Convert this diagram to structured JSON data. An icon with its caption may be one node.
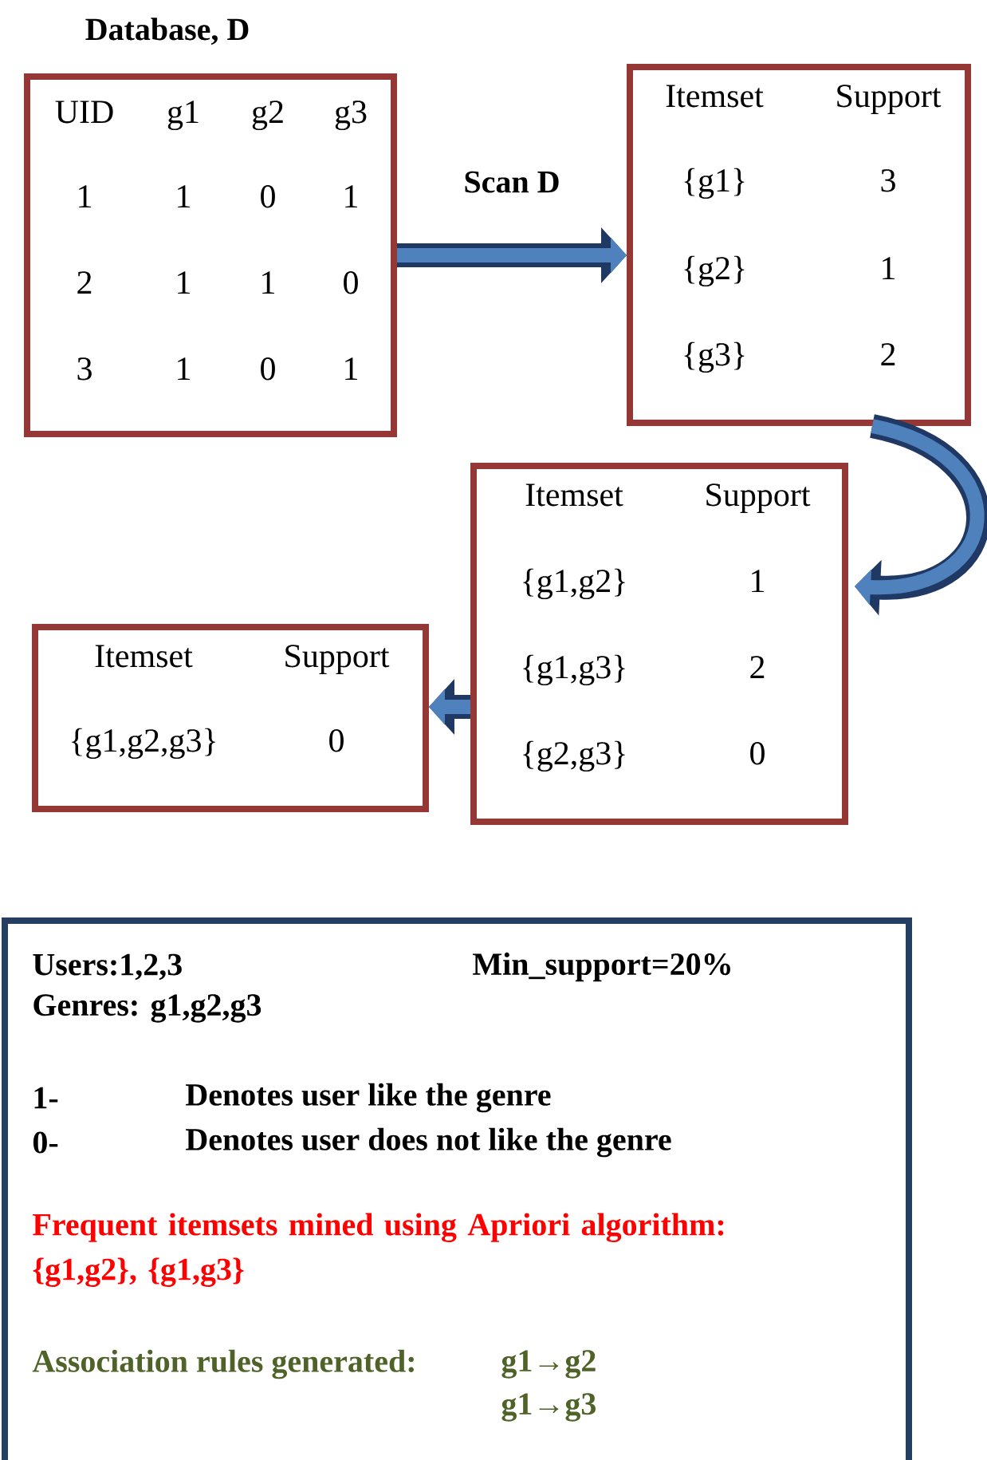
{
  "diagram": {
    "nodes": [
      {
        "text": [
          "Database, D",
          "UID",
          "g1",
          "g2",
          "g3",
          "1",
          "1",
          "0",
          "1",
          "2",
          "1",
          "1",
          "0",
          "3",
          "1",
          "0",
          "1"
        ]
      },
      {
        "text": [
          "Itemset",
          "Support",
          "{g1}",
          "3",
          "{g2}",
          "1",
          "{g3}",
          "2"
        ]
      },
      {
        "text": [
          "Itemset",
          "Support",
          "{g1,g2}",
          "1",
          "{g1,g3}",
          "2",
          "{g2,g3}",
          "0"
        ]
      },
      {
        "text": [
          "Itemset",
          "Support",
          "{g1,g2,g3}",
          "0"
        ]
      },
      {
        "text": [
          "Users:1,2,3",
          "Min_support=20%",
          "Genres: g1,g2,g3",
          "1-",
          "Denotes user like the genre",
          "0-",
          "Denotes user does not like the genre",
          "Frequent itemsets mined using Apriori algorithm: {g1,g2}, {g1,g3}",
          "Association rules generated:",
          "g1→g2",
          "g1→g3"
        ]
      }
    ],
    "edges": [
      {
        "from": 0,
        "to": 1,
        "arrow": "to",
        "label": "Scan D"
      },
      {
        "from": 1,
        "to": 2,
        "arrow": "to"
      },
      {
        "from": 2,
        "to": 3,
        "arrow": "to"
      }
    ]
  }
}
